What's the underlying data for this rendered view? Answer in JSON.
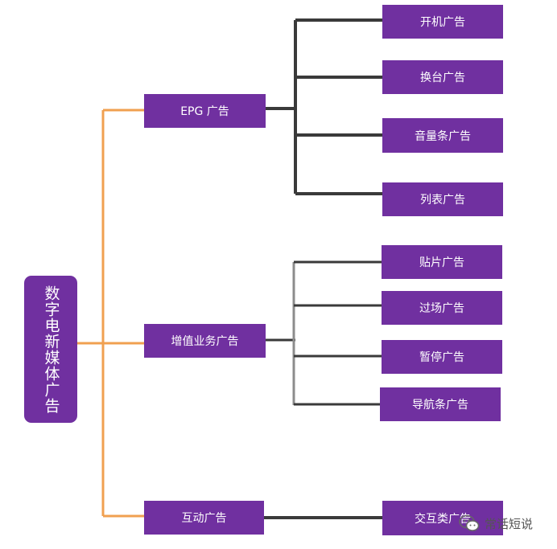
{
  "diagram": {
    "root": "数字电新媒体广告",
    "categories": [
      {
        "label": "EPG 广告",
        "children": [
          "开机广告",
          "换台广告",
          "音量条广告",
          "列表广告"
        ]
      },
      {
        "label": "增值业务广告",
        "children": [
          "贴片广告",
          "过场广告",
          "暂停广告",
          "导航条广告"
        ]
      },
      {
        "label": "互动广告",
        "children": [
          "交互类广告"
        ]
      }
    ],
    "colors": {
      "node_fill": "#7030a0",
      "node_text": "#ffffff",
      "root_connector": "#f0a050",
      "branch_connector": "#3a3a3a",
      "branch_connector_light": "#8c8c8c"
    }
  },
  "watermark": {
    "icon": "wechat-icon",
    "text": "常话短说"
  }
}
